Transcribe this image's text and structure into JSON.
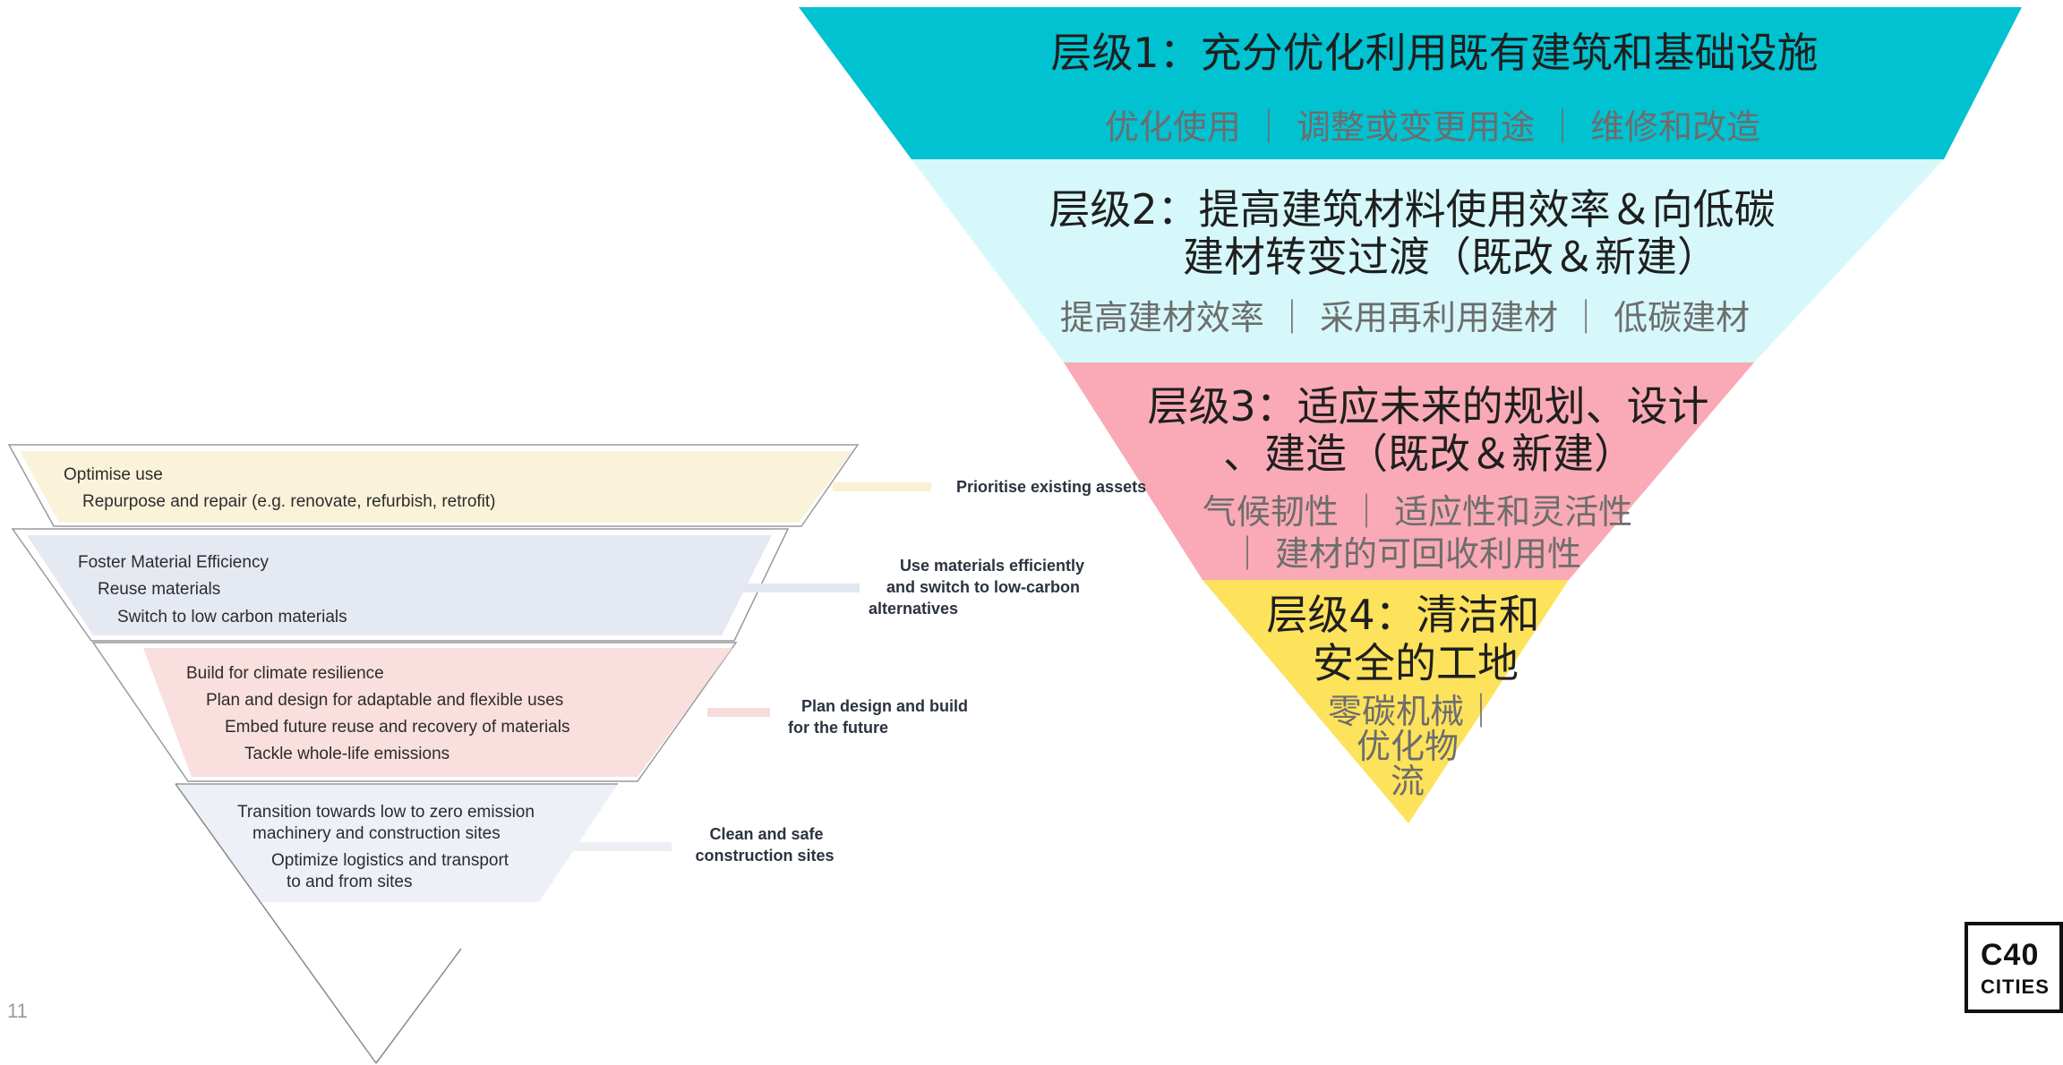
{
  "colors": {
    "level1": "#00c2d1",
    "level2": "#d6f8fa",
    "level3": "#f9aab6",
    "level4": "#fde25c",
    "left_band1": "#faf0d4",
    "left_band2": "#e2e7f1",
    "left_band3": "#f8dcda",
    "left_band4": "#eceff5"
  },
  "right_pyramid": {
    "level1": {
      "title": "层级1：充分优化利用既有建筑和基础设施",
      "sub": "优化使用 ｜ 调整或变更用途 ｜ 维修和改造"
    },
    "level2": {
      "title_line1": "层级2：提高建筑材料使用效率＆向低碳",
      "title_line2": "建材转变过渡（既改＆新建）",
      "sub": "提高建材效率 ｜ 采用再利用建材 ｜ 低碳建材"
    },
    "level3": {
      "title_line1": "层级3：适应未来的规划、设计",
      "title_line2": "、建造（既改＆新建）",
      "sub_line1": "气候韧性 ｜ 适应性和灵活性",
      "sub_line2": "｜ 建材的可回收利用性"
    },
    "level4": {
      "title_line1": "层级4：清洁和",
      "title_line2": "安全的工地",
      "sub_line1": "零碳机械｜",
      "sub_line2": "优化物",
      "sub_line3": "流"
    }
  },
  "left_pyramid": {
    "band1": {
      "items": [
        "Optimise use",
        "Repurpose and repair (e.g. renovate, refurbish, retrofit)"
      ],
      "caption": [
        "Prioritise existing assets"
      ]
    },
    "band2": {
      "items": [
        "Foster Material Efficiency",
        "Reuse materials",
        "Switch to low carbon materials"
      ],
      "caption": [
        "Use materials efficiently",
        "and switch to low-carbon",
        "alternatives"
      ]
    },
    "band3": {
      "items": [
        "Build for climate resilience",
        "Plan and design for adaptable and flexible uses",
        "Embed future reuse and recovery of materials",
        "Tackle whole-life emissions"
      ],
      "caption": [
        "Plan design and build",
        "for the future"
      ]
    },
    "band4": {
      "items": [
        "Transition towards low to zero emission",
        "machinery and construction sites",
        "Optimize logistics and transport",
        "to and from sites"
      ],
      "caption": [
        "Clean and safe",
        "construction sites"
      ]
    }
  },
  "page_number": "11",
  "logo": {
    "line1": "C40",
    "line2": "CITIES"
  }
}
